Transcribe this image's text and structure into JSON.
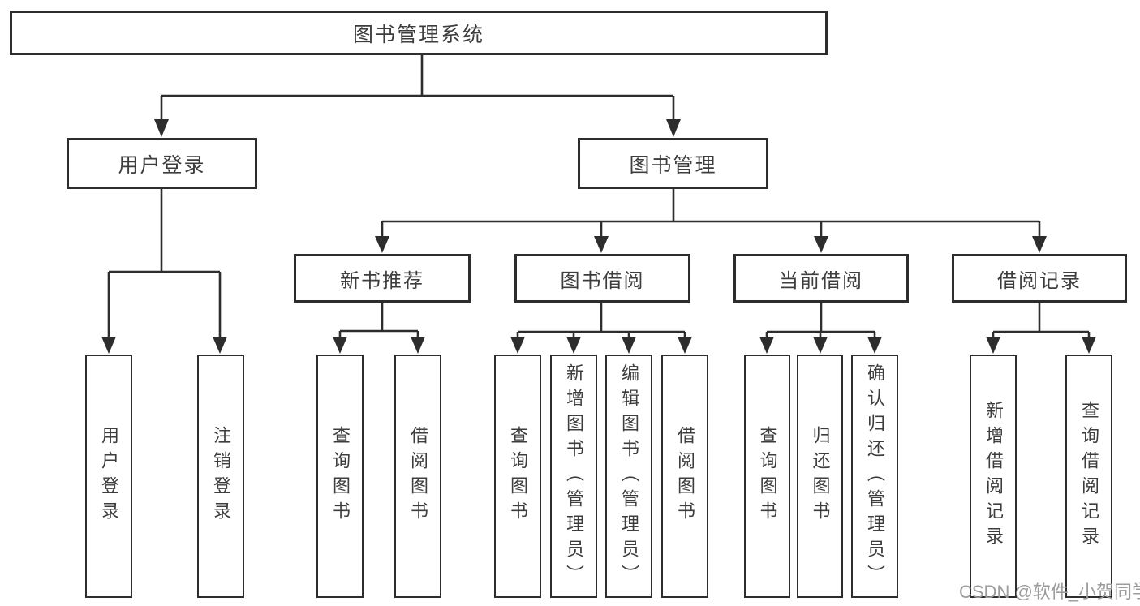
{
  "diagram": {
    "title": "图书管理系统",
    "root": {
      "label": "图书管理系统"
    },
    "level2": {
      "user_login": {
        "label": "用户登录"
      },
      "book_management": {
        "label": "图书管理"
      }
    },
    "level3": {
      "new_book_recommend": {
        "label": "新书推荐"
      },
      "book_borrow": {
        "label": "图书借阅"
      },
      "current_borrow": {
        "label": "当前借阅"
      },
      "borrow_records": {
        "label": "借阅记录"
      }
    },
    "leaves": {
      "user_login": {
        "label": "用户登录"
      },
      "logout": {
        "label": "注销登录"
      },
      "nb_query_books": {
        "label": "查询图书"
      },
      "nb_borrow_books": {
        "label": "借阅图书"
      },
      "bb_query_books": {
        "label": "查询图书"
      },
      "bb_add_books": {
        "label": "新增图书（管理员）"
      },
      "bb_edit_books": {
        "label": "编辑图书（管理员）"
      },
      "bb_borrow_books": {
        "label": "借阅图书"
      },
      "cb_query_books": {
        "label": "查询图书"
      },
      "cb_return_books": {
        "label": "归还图书"
      },
      "cb_confirm_return": {
        "label": "确认归还（管理员）"
      },
      "br_add_record": {
        "label": "新增借阅记录"
      },
      "br_query_record": {
        "label": "查询借阅记录"
      }
    }
  },
  "watermark": {
    "text": "CSDN @软件_小贺同学"
  },
  "colors": {
    "line": "#2d2d2d",
    "text": "#3d3d3d",
    "watermark_gray": "#9b9b9b",
    "background": "#ffffff"
  }
}
